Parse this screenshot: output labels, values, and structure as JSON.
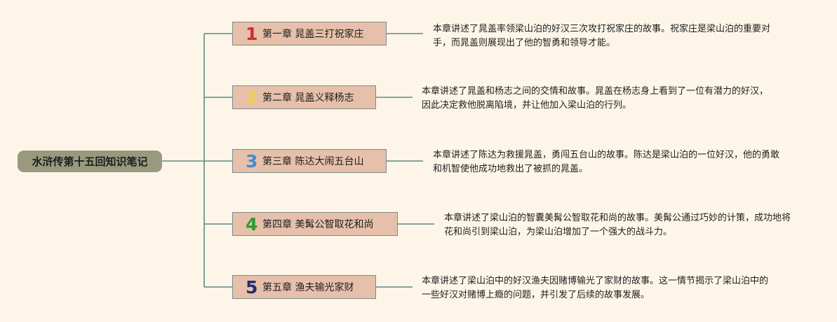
{
  "root": {
    "title": "水浒传第十五回知识笔记"
  },
  "chapters": [
    {
      "number": "1",
      "number_color": "#d32b32",
      "title": "第一章 晁盖三打祝家庄",
      "summary": "本章讲述了晁盖率领梁山泊的好汉三次攻打祝家庄的故事。祝家庄是梁山泊的重要对手，而晁盖则展现出了他的智勇和领导才能。"
    },
    {
      "number": "2",
      "number_color": "#f2cf4a",
      "title": "第二章 晁盖义释杨志",
      "summary": "本章讲述了晁盖和杨志之间的交情和故事。晁盖在杨志身上看到了一位有潜力的好汉，因此决定救他脱离陷境，并让他加入梁山泊的行列。"
    },
    {
      "number": "3",
      "number_color": "#3b8ed6",
      "title": "第三章 陈达大闹五台山",
      "summary": "本章讲述了陈达为救援晁盖，勇闯五台山的故事。陈达是梁山泊的一位好汉，他的勇敢和机智使他成功地救出了被抓的晁盖。"
    },
    {
      "number": "4",
      "number_color": "#2f9a2f",
      "title": "第四章 美髯公智取花和尚",
      "summary": "本章讲述了梁山泊的智囊美髯公智取花和尚的故事。美髯公通过巧妙的计策，成功地将花和尚引到梁山泊，为梁山泊增加了一个强大的战斗力。"
    },
    {
      "number": "5",
      "number_color": "#1f2f6e",
      "title": "第五章 渔夫输光家财",
      "summary": "本章讲述了梁山泊中的好汉渔夫因赌博输光了家财的故事。这一情节揭示了梁山泊中的一些好汉对赌博上瘾的问题，并引发了后续的故事发展。"
    }
  ],
  "colors": {
    "background": "#fdf6e8",
    "root_fill": "#99997e",
    "chapter_fill": "#e6c0aa",
    "connector": "#5e8c80"
  }
}
